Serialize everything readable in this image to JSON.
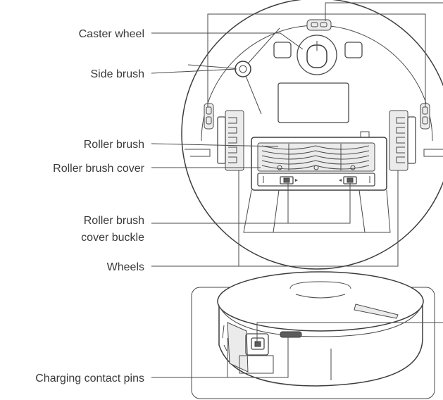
{
  "labels": {
    "caster_wheel": "Caster wheel",
    "side_brush": "Side brush",
    "roller_brush": "Roller brush",
    "roller_brush_cover": "Roller brush cover",
    "roller_brush_cover_buckle_line1": "Roller brush",
    "roller_brush_cover_buckle_line2": "cover buckle",
    "wheels": "Wheels",
    "charging_contact_pins": "Charging contact pins"
  },
  "colors": {
    "line": "#4a4a4a",
    "text": "#3a3a3a",
    "shadow": "#d9d9d9",
    "panel": "#f2f2f2"
  }
}
